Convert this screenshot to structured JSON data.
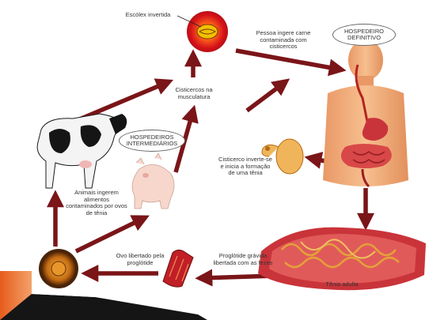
{
  "labels": {
    "scolex": "Escólex invertida",
    "person_eats": "Pessoa ingere carne\ncontaminada com\ncisticercos",
    "definitive_host": "HOSPEDEIRO\nDEFINITIVO",
    "cysticerci_muscle": "Cisticercos na\nmusculatura",
    "intermediate_hosts": "HOSPEDEIROS\nINTERMEDIÁRIOS",
    "cysticercus_everts": "Cisticerco inverte-se\ne inicia a formação\nde uma tênia",
    "animals_ingest": "Animais ingerem\nalimentos\ncontaminados por ovos\nde tênia",
    "egg_released": "Ovo libertado pela\nproglótide",
    "proglottid_released": "Proglótide grávida\nlibertada com as fezes",
    "adult_tapeworm": "Tênia adulta"
  },
  "colors": {
    "arrow": "#7a1518",
    "egg": "#c46c12",
    "scolex_red": "#e8201b",
    "skin": "#f2a977",
    "intestine": "#c9343a",
    "slide_accent": "#e8742a"
  }
}
